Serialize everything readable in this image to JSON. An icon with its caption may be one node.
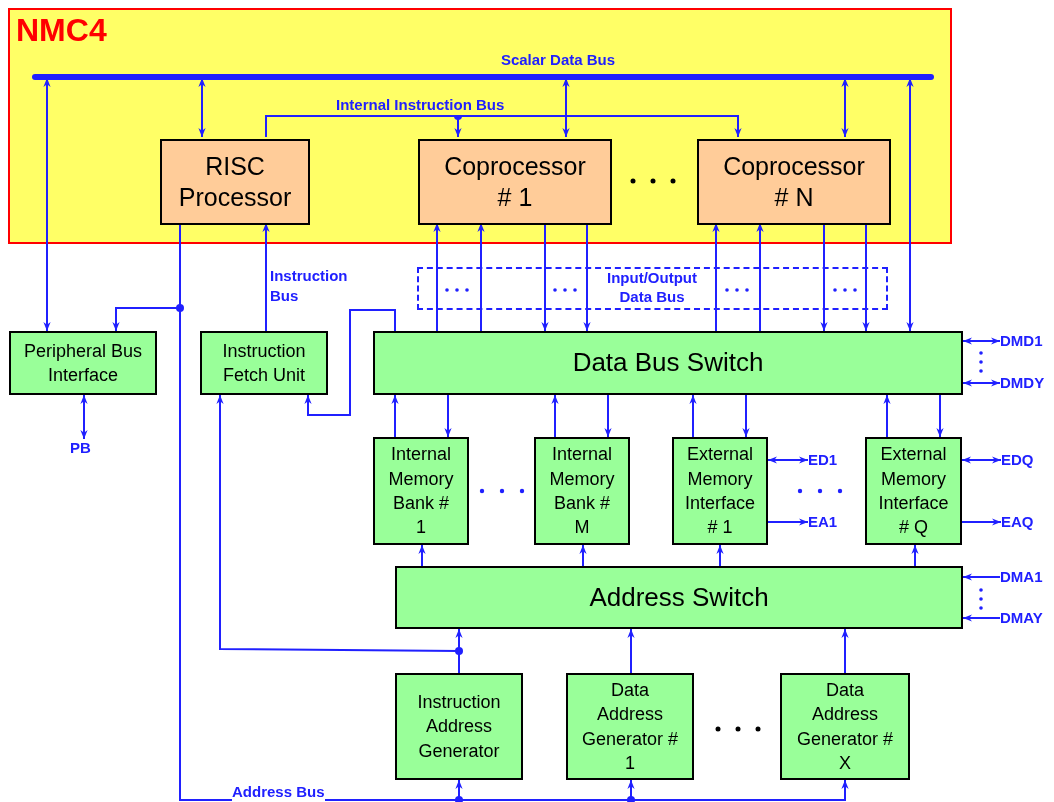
{
  "diagram": {
    "nodes": [
      {
        "text": [
          "NMC4"
        ]
      },
      {
        "text": [
          "Scalar Data Bus"
        ],
        "in": 0
      },
      {
        "text": [
          "RISC Processor"
        ],
        "in": 0
      },
      {
        "text": [
          "Coprocessor # 1"
        ],
        "in": 0
      },
      {
        "text": [
          "Coprocessor # N"
        ],
        "in": 0
      },
      {
        "text": [
          "Peripheral Bus Interface"
        ]
      },
      {
        "text": [
          "Instruction Fetch Unit"
        ]
      },
      {
        "text": [
          "Data Bus Switch"
        ]
      },
      {
        "text": [
          "DMD1"
        ]
      },
      {
        "text": [
          "DMDY"
        ]
      },
      {
        "text": [
          "PB"
        ]
      },
      {
        "text": [
          "Internal Memory Bank # 1"
        ]
      },
      {
        "text": [
          "Internal Memory Bank # M"
        ]
      },
      {
        "text": [
          "External Memory Interface # 1"
        ]
      },
      {
        "text": [
          "ED1"
        ]
      },
      {
        "text": [
          "EA1"
        ]
      },
      {
        "text": [
          "External Memory Interface # Q"
        ]
      },
      {
        "text": [
          "EDQ"
        ]
      },
      {
        "text": [
          "EAQ"
        ]
      },
      {
        "text": [
          "Address Switch"
        ]
      },
      {
        "text": [
          "DMA1"
        ]
      },
      {
        "text": [
          "DMAY"
        ]
      },
      {
        "text": [
          "Instruction Address Generator"
        ]
      },
      {
        "text": [
          "Data Address Generator # 1"
        ]
      },
      {
        "text": [
          "Data Address Generator # X"
        ]
      }
    ],
    "edges": [
      {
        "from": 1,
        "to": 5,
        "arrow": "both"
      },
      {
        "from": 1,
        "to": 2,
        "arrow": "both"
      },
      {
        "from": 1,
        "to": 3,
        "arrow": "both"
      },
      {
        "from": 1,
        "to": 4,
        "arrow": "both"
      },
      {
        "from": 1,
        "to": 7,
        "arrow": "both"
      },
      {
        "from": 2,
        "to": 3,
        "arrow": "to",
        "label": "Internal Instruction Bus"
      },
      {
        "from": 2,
        "to": 4,
        "arrow": "to"
      },
      {
        "from": 6,
        "to": 2,
        "arrow": "to",
        "label": "Instruction Bus"
      },
      {
        "from": 2,
        "to": 5,
        "arrow": "to"
      },
      {
        "from": 7,
        "to": 6,
        "arrow": "to"
      },
      {
        "from": 22,
        "to": 6,
        "arrow": "to"
      },
      {
        "from": 22,
        "to": 19,
        "arrow": "to"
      },
      {
        "from": 7,
        "to": 3,
        "arrow": "to"
      },
      {
        "from": 7,
        "to": 3,
        "arrow": "to"
      },
      {
        "from": 3,
        "to": 7,
        "arrow": "to"
      },
      {
        "from": 3,
        "to": 7,
        "arrow": "to"
      },
      {
        "from": 7,
        "to": 4,
        "arrow": "to"
      },
      {
        "from": 7,
        "to": 4,
        "arrow": "to"
      },
      {
        "from": 4,
        "to": 7,
        "arrow": "to"
      },
      {
        "from": 4,
        "to": 7,
        "arrow": "to"
      },
      {
        "from": 11,
        "to": 7,
        "arrow": "to"
      },
      {
        "from": 7,
        "to": 11,
        "arrow": "to"
      },
      {
        "from": 12,
        "to": 7,
        "arrow": "to"
      },
      {
        "from": 7,
        "to": 12,
        "arrow": "to"
      },
      {
        "from": 13,
        "to": 7,
        "arrow": "to"
      },
      {
        "from": 7,
        "to": 13,
        "arrow": "to"
      },
      {
        "from": 16,
        "to": 7,
        "arrow": "to"
      },
      {
        "from": 7,
        "to": 16,
        "arrow": "to"
      },
      {
        "from": 19,
        "to": 11,
        "arrow": "to"
      },
      {
        "from": 19,
        "to": 12,
        "arrow": "to"
      },
      {
        "from": 19,
        "to": 13,
        "arrow": "to"
      },
      {
        "from": 19,
        "to": 16,
        "arrow": "to"
      },
      {
        "from": 23,
        "to": 19,
        "arrow": "to"
      },
      {
        "from": 24,
        "to": 19,
        "arrow": "to"
      },
      {
        "from": 2,
        "to": 22,
        "arrow": "to",
        "label": "Address Bus"
      },
      {
        "from": 2,
        "to": 23,
        "arrow": "to"
      },
      {
        "from": 2,
        "to": 24,
        "arrow": "to"
      },
      {
        "from": 5,
        "to": 10,
        "arrow": "both"
      },
      {
        "from": 13,
        "to": 14,
        "arrow": "both"
      },
      {
        "from": 13,
        "to": 15,
        "arrow": "to"
      },
      {
        "from": 16,
        "to": 17,
        "arrow": "both"
      },
      {
        "from": 16,
        "to": 18,
        "arrow": "to"
      },
      {
        "from": 8,
        "to": 7,
        "arrow": "both"
      },
      {
        "from": 9,
        "to": 7,
        "arrow": "both"
      },
      {
        "from": 20,
        "to": 19,
        "arrow": "to"
      },
      {
        "from": 21,
        "to": 19,
        "arrow": "to"
      }
    ],
    "labels": [
      "Input/Output Data Bus"
    ]
  }
}
